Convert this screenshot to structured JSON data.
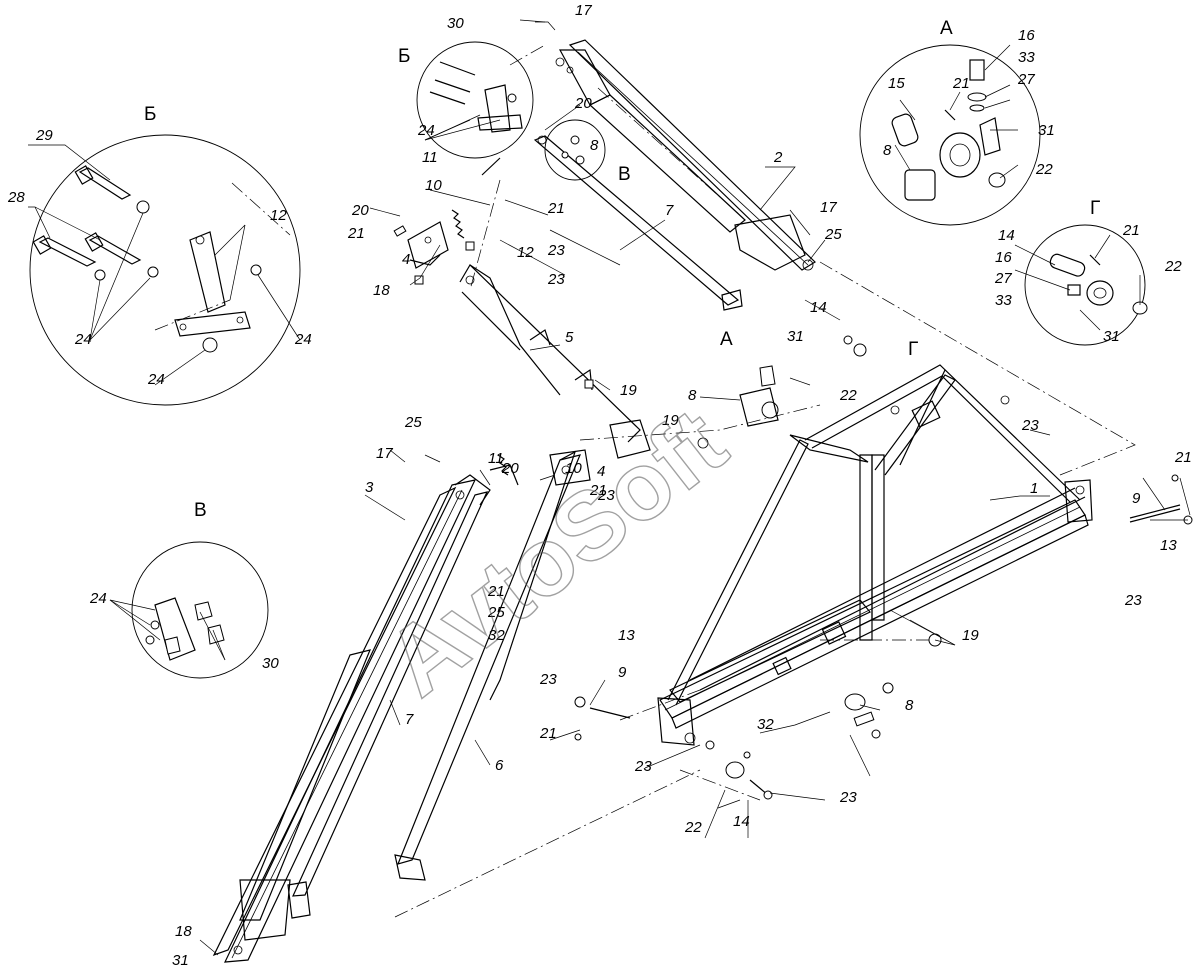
{
  "watermark": "AvtoSoft",
  "view_letters": {
    "A": "А",
    "B": "Б",
    "V": "В",
    "G": "Г"
  },
  "callouts": {
    "main": [
      "1",
      "2",
      "3",
      "4",
      "4",
      "5",
      "6",
      "7",
      "7",
      "8",
      "8",
      "9",
      "9",
      "10",
      "10",
      "11",
      "11",
      "13",
      "13",
      "14",
      "14",
      "17",
      "17",
      "17",
      "18",
      "18",
      "19",
      "19",
      "19",
      "20",
      "20",
      "20",
      "21",
      "21",
      "21",
      "21",
      "21",
      "21",
      "22",
      "22",
      "23",
      "23",
      "23",
      "23",
      "23",
      "23",
      "23",
      "23",
      "25",
      "25",
      "25",
      "31",
      "31",
      "32",
      "32",
      "12",
      "24",
      "30",
      "8"
    ],
    "detail_B": [
      "29",
      "28",
      "12",
      "24",
      "24",
      "24"
    ],
    "detail_V": [
      "24",
      "30"
    ],
    "detail_A": [
      "16",
      "33",
      "27",
      "15",
      "21",
      "31",
      "8",
      "22"
    ],
    "detail_G": [
      "21",
      "14",
      "22",
      "16",
      "27",
      "33",
      "31"
    ]
  }
}
